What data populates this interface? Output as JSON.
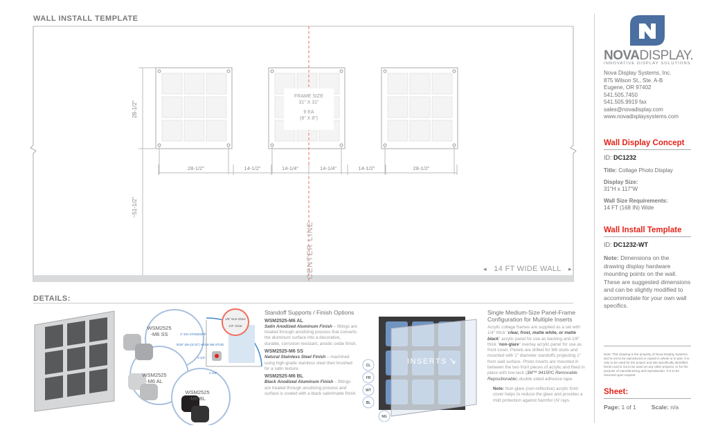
{
  "drawing": {
    "title": "WALL INSTALL TEMPLATE",
    "frame_label": {
      "line1": "FRAME SIZE",
      "line2": "31\" X 31\"",
      "line3": "9 EA",
      "line4": "(8\" X 8\")"
    },
    "dim_frame_height": "28-1/2\"",
    "dim_floor_height": "~51-1/2\"",
    "horizontal_dims": [
      "28-1/2\"",
      "14-1/2\"",
      "14-1/4\"",
      "14-1/4\"",
      "14-1/2\"",
      "28-1/2\""
    ],
    "center_line": "CENTER LINE",
    "wall_width": "14 FT WIDE WALL",
    "center_line_color": "#f26b5b"
  },
  "details": {
    "title": "DETAILS:",
    "standoffs": [
      {
        "label": "WSM2525\n-M6 SS"
      },
      {
        "label": "WSM2525\n-M6 AL"
      },
      {
        "label": "WSM2525\n-M6 BL"
      }
    ],
    "diagram": {
      "standoff": "1\" DIA STANDOFF",
      "hole": "5/16\" DIA (0.31\") HOLE M6 STUD",
      "vert": "1-1/4\"",
      "horiz": "1-1/4\"",
      "callout1": "1/8\" Non-Glare",
      "callout2": "1/4\" Clear"
    },
    "finish": {
      "title": "Standoff Supports / Finish Options",
      "items": [
        {
          "code": "WSM2525-M6 AL",
          "name": "Satin Anodized Aluminum Finish",
          "desc": " – fittings are treated through anodizing process that converts the aluminum surface into a decorative, durable, corrosion-resistant, anodic oxide finish."
        },
        {
          "code": "WSM2525-M6 SS",
          "name": "Natural Stainless Steel Finish",
          "desc": " – machined using high-grade stainless steel then brushed for a satin texture."
        },
        {
          "code": "WSM2525-M6 BL",
          "name": "Black Anodized Aluminum Finish",
          "desc": " – fittings are treated through anodizing process and surface is coated with a black satin/matte finish."
        }
      ]
    },
    "inserts": {
      "label": "INSERTS",
      "badges": [
        "CL",
        "FR",
        "WT",
        "BL",
        "NG"
      ]
    },
    "panel": {
      "title": "Single Medium-Size Panel-Frame Configuration for Multiple Inserts",
      "p1": "Acrylic collage frames are supplied as a set with 1/4\" thick \"",
      "p1b": "clear, frost, matte white, or matte black",
      "p2": "\" acrylic panel for use as backing and 1/8\" thick \"",
      "p2b": "non-glare",
      "p3": "\" overlay acrylic panel for use as front cover. Panels are drilled for M6 studs and mounted with 1\" diameter standoffs projecting 1\" from wall surface. Photo inserts are mounted in between the two front pieces of acrylic and fixed in place with low-tack (",
      "p3i": "3M™ 9415PC Removable Repositionable",
      "p4": ") double sided adhesive tape.",
      "note_label": "Note:",
      "note": " Non-glare (non-reflective) acrylic front cover helps to reduce the glare and provides a mild protection against harmful UV rays."
    }
  },
  "sidebar": {
    "brand_bold": "NOVA",
    "brand_light": "DISPLAY.",
    "tagline": "INNOVATIVE DISPLAY SOLUTIONS",
    "logo_color": "#4a6fa0",
    "address": [
      "Nova Display Systems, Inc.",
      "875 Wilson St., Ste. A-B",
      "Eugene, OR 97402",
      "541.505.7450",
      "541.505.9919 fax",
      "sales@novadisplay.com",
      "www.novadisplaysystems.com"
    ],
    "concept": {
      "heading": "Wall Display Concept",
      "id_label": "ID:",
      "id": "DC1232",
      "title_label": "Title:",
      "title": "Collage Photo Display",
      "size_label": "Display Size:",
      "size": "31\"H x 117\"W",
      "wall_label": "Wall Size Requirements:",
      "wall": "14 FT (168 IN) Wide"
    },
    "template": {
      "heading": "Wall Install Template",
      "id_label": "ID:",
      "id": "DC1232-WT",
      "note_label": "Note:",
      "note": " Dimensions on the drawing display hardware mounting points on the wall. These are suggested dimensions and can be slightly modified to accommodate for your own wall specifics."
    },
    "legal": "Note: This drawing is the property of Nova Display Systems and is not to be reproduced or copied in whole or in part. It is only to be used for the project and site specifically identified herein and is not to be used on any other projects, or for the purpose of manufacturing and reproduction. It is to be returned upon request.",
    "sheet": {
      "heading": "Sheet:",
      "page_label": "Page:",
      "page": "1 of 1",
      "scale_label": "Scale:",
      "scale": "n/a"
    },
    "accent": "#e2231a"
  }
}
